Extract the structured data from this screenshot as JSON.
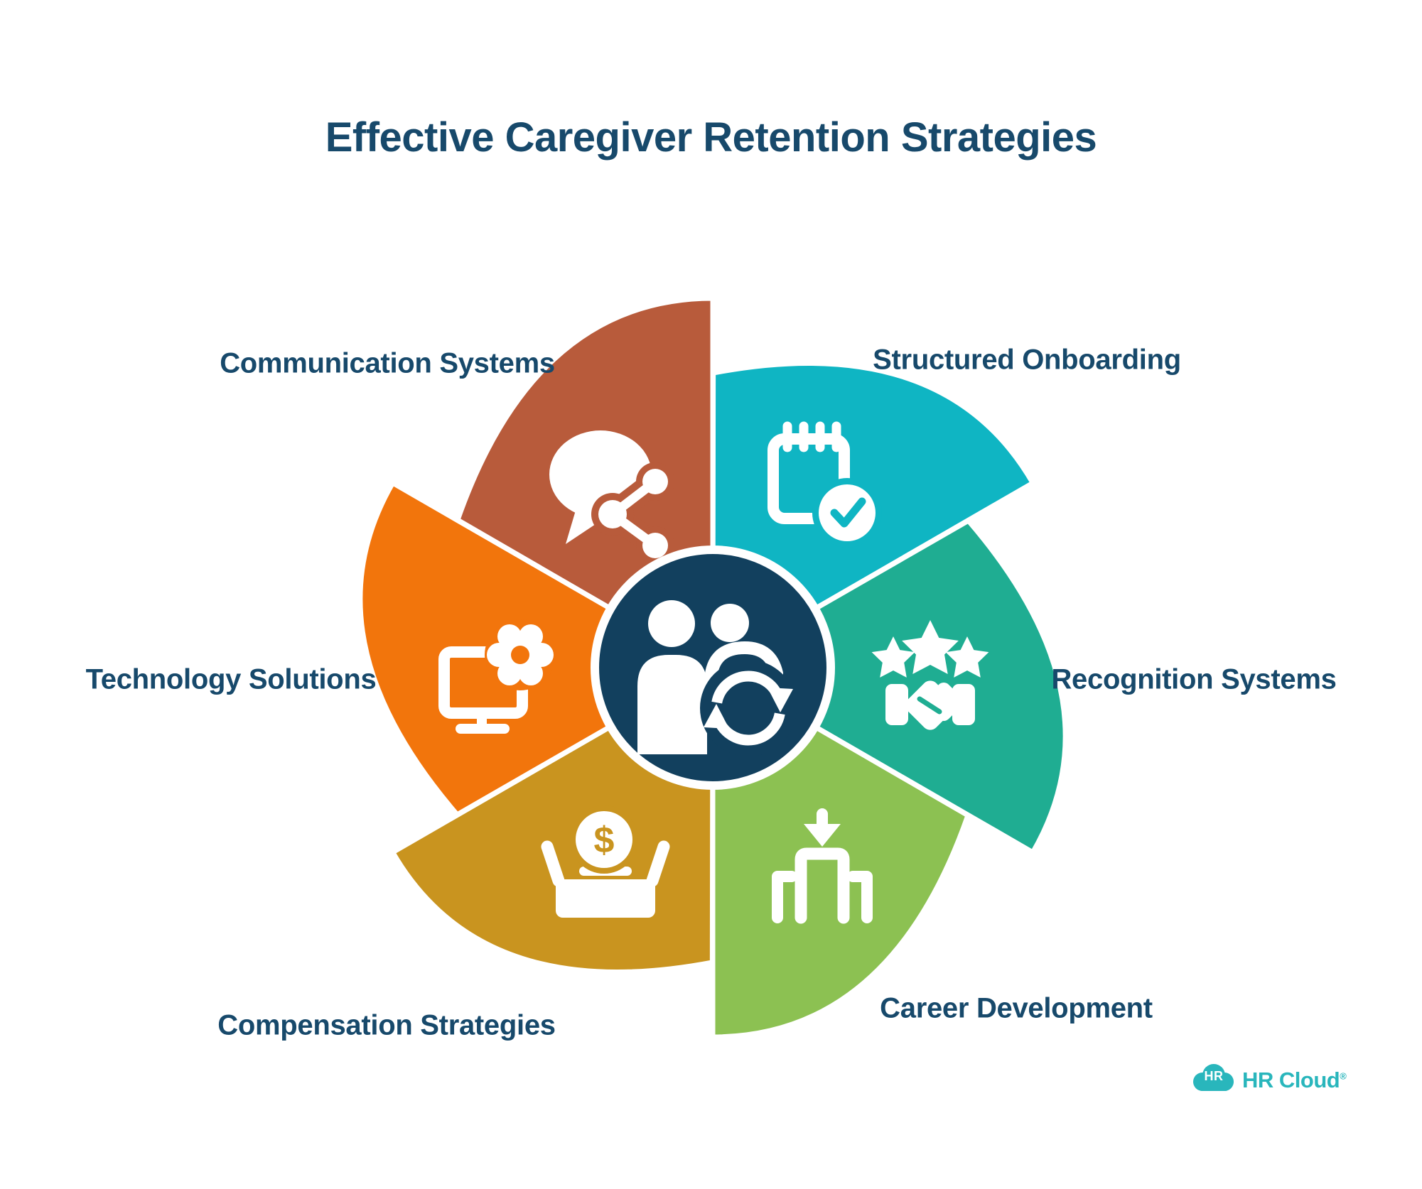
{
  "title": "Effective Caregiver Retention Strategies",
  "text_color": "#17496B",
  "wheel": {
    "center_color": "#12405E",
    "center_icon": "caregiver-sync-icon",
    "segments": [
      {
        "id": "communication-systems",
        "label": "Communication Systems",
        "color": "#B85B3B",
        "icon": "speech-bubble-share-icon"
      },
      {
        "id": "structured-onboarding",
        "label": "Structured Onboarding",
        "color": "#0FB5C3",
        "icon": "notepad-check-icon"
      },
      {
        "id": "recognition-systems",
        "label": "Recognition Systems",
        "color": "#1FAD92",
        "icon": "stars-handshake-icon"
      },
      {
        "id": "career-development",
        "label": "Career Development",
        "color": "#8CC152",
        "icon": "position-arrow-icon"
      },
      {
        "id": "compensation-strategies",
        "label": "Compensation Strategies",
        "color": "#C9941F",
        "icon": "donation-coin-icon"
      },
      {
        "id": "technology-solutions",
        "label": "Technology Solutions",
        "color": "#F2750C",
        "icon": "monitor-gear-icon"
      }
    ]
  },
  "icons": {
    "currency_symbol": "$"
  },
  "logo": {
    "badge_text": "HR",
    "brand": "HR Cloud",
    "registered_mark": "®",
    "color": "#29B6BC"
  }
}
